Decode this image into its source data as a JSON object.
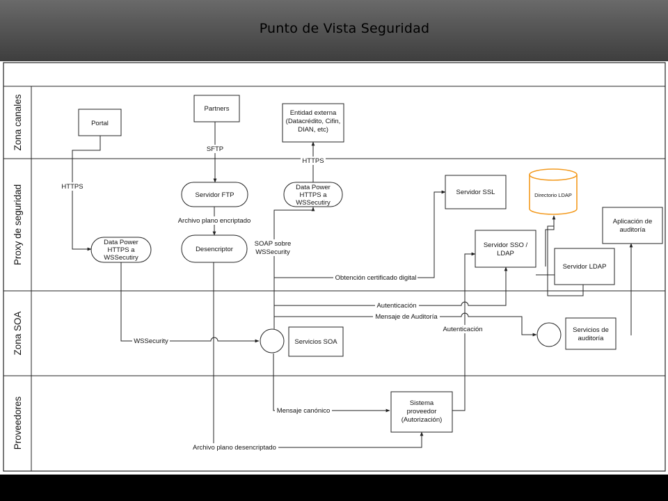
{
  "title": "Punto de Vista Seguridad",
  "lanes": [
    "Zona canales",
    "Proxy de seguridad",
    "Zona SOA",
    "Proveedores"
  ],
  "nodes": {
    "portal": "Portal",
    "partners": "Partners",
    "entidad": [
      "Entidad externa",
      "(Datacrédito, Cifin,",
      "DIAN, etc)"
    ],
    "servidor_ftp": "Servidor FTP",
    "dp_https_top": [
      "Data Power",
      "HTTPS a",
      "WSSecutiry"
    ],
    "servidor_ssl": "Servidor SSL",
    "directorio_ldap": "Directorio LDAP",
    "aplicacion_auditoria": [
      "Aplicación de",
      "auditoría"
    ],
    "dp_https_left": [
      "Data Power",
      "HTTPS a",
      "WSSecutiry"
    ],
    "desencriptor": "Desencriptor",
    "servidor_sso": [
      "Servidor SSO /",
      "LDAP"
    ],
    "servidor_ldap": "Servidor LDAP",
    "servicios_soa": "Servicios SOA",
    "servicios_auditoria": [
      "Servicios de",
      "auditoría"
    ],
    "sistema_proveedor": [
      "Sistema",
      "proveedor",
      "(Autorización)"
    ]
  },
  "labels": {
    "https_left": "HTTPS",
    "sftp": "SFTP",
    "https_top": "HTTPS",
    "archivo_encriptado": "Archivo plano encriptado",
    "soap": [
      "SOAP sobre",
      "WSSecurity"
    ],
    "obtencion": "Obtención certificado digital",
    "autenticacion_1": "Autenticación",
    "mensaje_auditoria": "Mensaje de Auditoría",
    "autenticacion_2": "Autenticación",
    "wssecurity": "WSSecurity",
    "mensaje_canonico": "Mensaje canónico",
    "archivo_desencriptado": "Archivo plano desencriptado"
  }
}
